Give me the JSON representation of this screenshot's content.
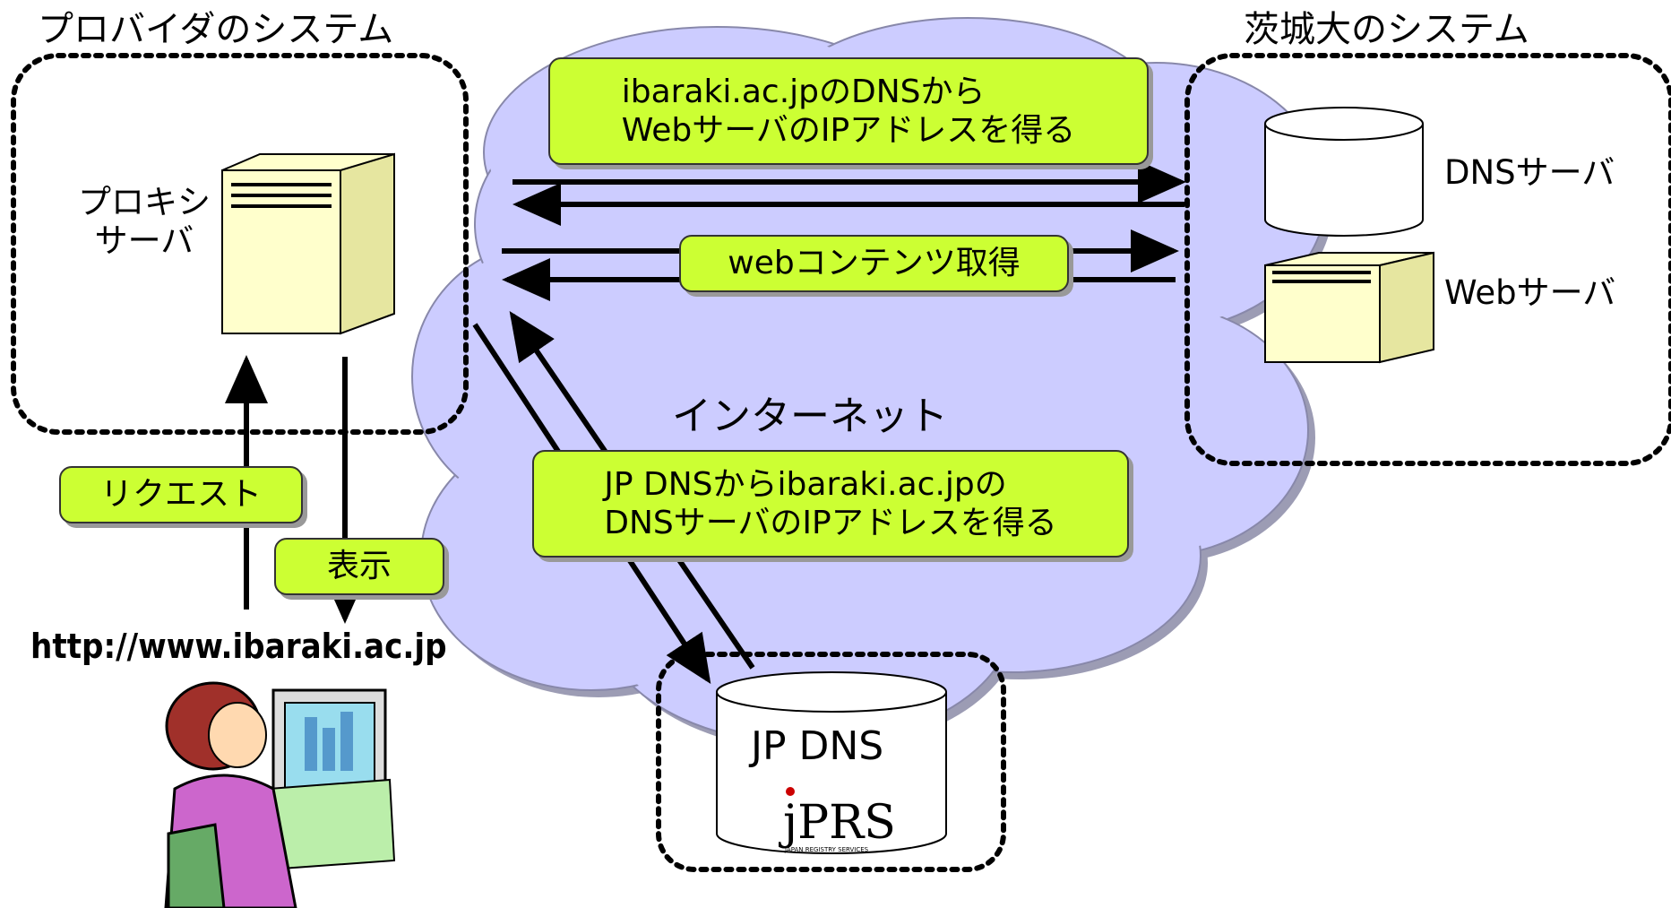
{
  "regions": {
    "provider_title": "プロバイダのシステム",
    "ibaraki_title": "茨城大のシステム"
  },
  "nodes": {
    "proxy_label_line1": "プロキシ",
    "proxy_label_line2": "サーバ",
    "dns_server": "DNSサーバ",
    "web_server": "Webサーバ",
    "internet": "インターネット",
    "jpdns": "JP DNS",
    "jprs_logo_text": "JPRS",
    "jprs_logo_sub": "JAPAN REGISTRY SERVICES",
    "url": "http://www.ibaraki.ac.jp"
  },
  "messages": {
    "get_web_ip_line1": "ibaraki.ac.jpのDNSから",
    "get_web_ip_line2": "WebサーバのIPアドレスを得る",
    "get_content": "webコンテンツ取得",
    "get_dns_ip_line1": "JP DNSからibaraki.ac.jpの",
    "get_dns_ip_line2": "DNSサーバのIPアドレスを得る",
    "request": "リクエスト",
    "display": "表示"
  },
  "colors": {
    "cloud": "#ccccff",
    "label_box": "#ccff33",
    "server": "#ffffcc"
  }
}
